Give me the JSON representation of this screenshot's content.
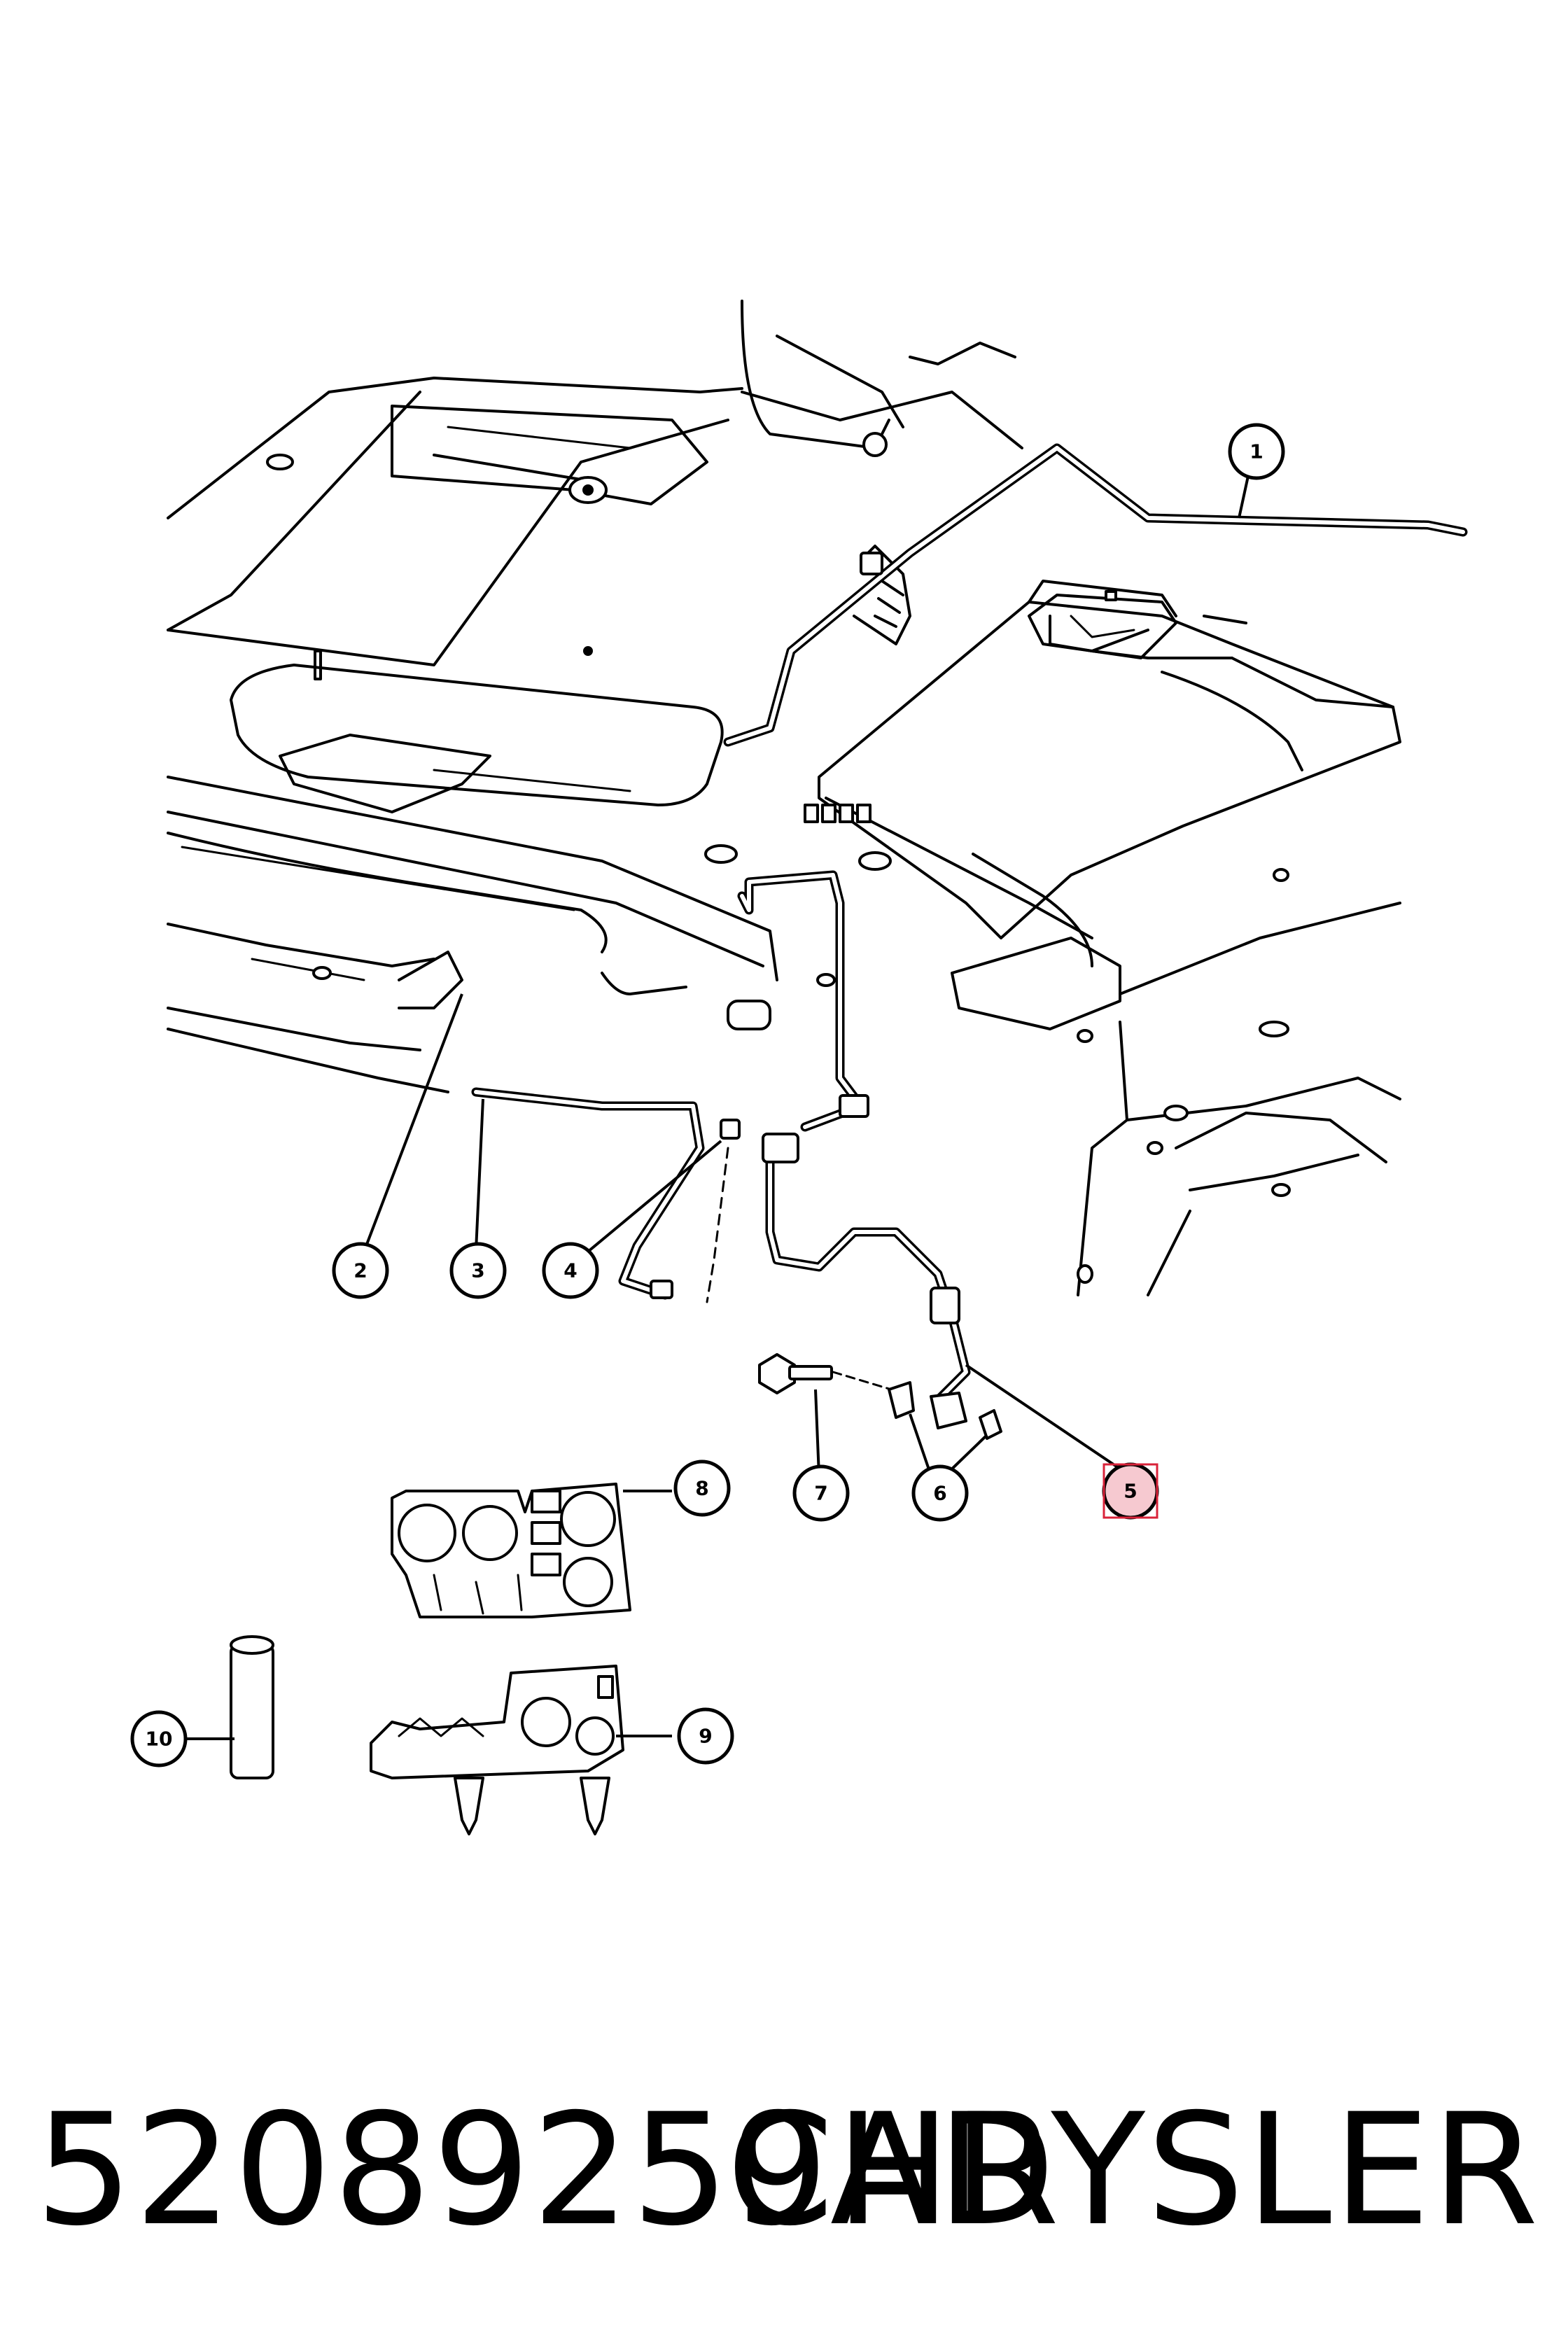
{
  "diagram": {
    "callouts": [
      {
        "label": "1"
      },
      {
        "label": "2"
      },
      {
        "label": "3"
      },
      {
        "label": "4"
      },
      {
        "label": "5"
      },
      {
        "label": "6"
      },
      {
        "label": "7"
      },
      {
        "label": "8"
      },
      {
        "label": "9"
      },
      {
        "label": "10"
      }
    ],
    "highlighted_callout": "5",
    "highlight_color": "#d9233a"
  },
  "footer": {
    "part_number": "52089259AD",
    "brand": "CHRYSLER"
  }
}
